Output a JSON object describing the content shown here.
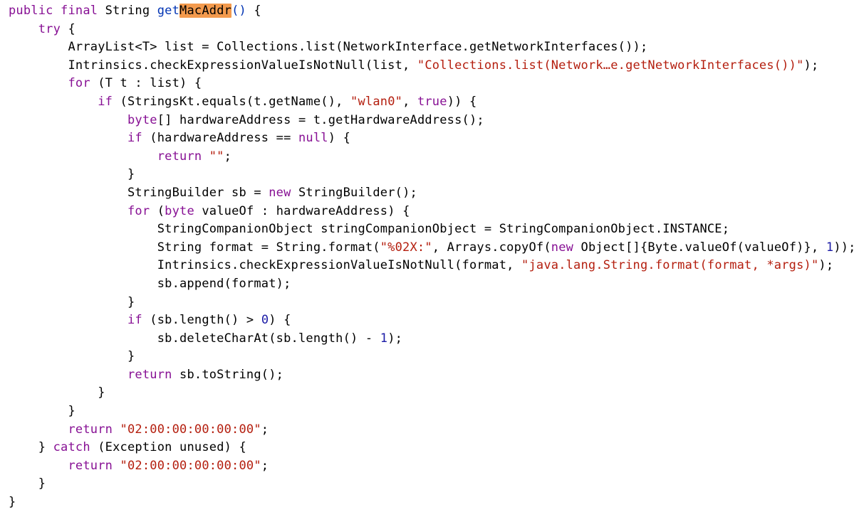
{
  "editor": {
    "language": "java",
    "colors": {
      "keyword": "#871094",
      "string": "#b41e0e",
      "number": "#1a1aa6",
      "method": "#0033b3",
      "highlight": "#f39a4d",
      "text": "#000000"
    },
    "lines": [
      [
        {
          "t": "public final",
          "c": "kw"
        },
        {
          "t": " String ",
          "c": "plain"
        },
        {
          "t": "get",
          "c": "fn"
        },
        {
          "t": "MacAddr",
          "c": "hl"
        },
        {
          "t": "()",
          "c": "fn"
        },
        {
          "t": " {",
          "c": "plain"
        }
      ],
      [
        {
          "t": "    ",
          "c": "plain"
        },
        {
          "t": "try",
          "c": "kw"
        },
        {
          "t": " {",
          "c": "plain"
        }
      ],
      [
        {
          "t": "        ArrayList<T> list = Collections.list(NetworkInterface.getNetworkInterfaces());",
          "c": "plain"
        }
      ],
      [
        {
          "t": "        Intrinsics.checkExpressionValueIsNotNull(list, ",
          "c": "plain"
        },
        {
          "t": "\"Collections.list(Network…e.getNetworkInterfaces())\"",
          "c": "str"
        },
        {
          "t": ");",
          "c": "plain"
        }
      ],
      [
        {
          "t": "        ",
          "c": "plain"
        },
        {
          "t": "for",
          "c": "kw"
        },
        {
          "t": " (T t : list) {",
          "c": "plain"
        }
      ],
      [
        {
          "t": "            ",
          "c": "plain"
        },
        {
          "t": "if",
          "c": "kw"
        },
        {
          "t": " (StringsKt.equals(t.getName(), ",
          "c": "plain"
        },
        {
          "t": "\"wlan0\"",
          "c": "str"
        },
        {
          "t": ", ",
          "c": "plain"
        },
        {
          "t": "true",
          "c": "kw"
        },
        {
          "t": ")) {",
          "c": "plain"
        }
      ],
      [
        {
          "t": "                ",
          "c": "plain"
        },
        {
          "t": "byte",
          "c": "kw"
        },
        {
          "t": "[] hardwareAddress = t.getHardwareAddress();",
          "c": "plain"
        }
      ],
      [
        {
          "t": "                ",
          "c": "plain"
        },
        {
          "t": "if",
          "c": "kw"
        },
        {
          "t": " (hardwareAddress == ",
          "c": "plain"
        },
        {
          "t": "null",
          "c": "kw"
        },
        {
          "t": ") {",
          "c": "plain"
        }
      ],
      [
        {
          "t": "                    ",
          "c": "plain"
        },
        {
          "t": "return",
          "c": "kw"
        },
        {
          "t": " ",
          "c": "plain"
        },
        {
          "t": "\"\"",
          "c": "str"
        },
        {
          "t": ";",
          "c": "plain"
        }
      ],
      [
        {
          "t": "                }",
          "c": "plain"
        }
      ],
      [
        {
          "t": "                StringBuilder sb = ",
          "c": "plain"
        },
        {
          "t": "new",
          "c": "kw"
        },
        {
          "t": " StringBuilder();",
          "c": "plain"
        }
      ],
      [
        {
          "t": "                ",
          "c": "plain"
        },
        {
          "t": "for",
          "c": "kw"
        },
        {
          "t": " (",
          "c": "plain"
        },
        {
          "t": "byte",
          "c": "kw"
        },
        {
          "t": " valueOf : hardwareAddress) {",
          "c": "plain"
        }
      ],
      [
        {
          "t": "                    StringCompanionObject stringCompanionObject = StringCompanionObject.INSTANCE;",
          "c": "plain"
        }
      ],
      [
        {
          "t": "                    String format = String.format(",
          "c": "plain"
        },
        {
          "t": "\"%02X:\"",
          "c": "str"
        },
        {
          "t": ", Arrays.copyOf(",
          "c": "plain"
        },
        {
          "t": "new",
          "c": "kw"
        },
        {
          "t": " Object[]{Byte.valueOf(valueOf)}, ",
          "c": "plain"
        },
        {
          "t": "1",
          "c": "num"
        },
        {
          "t": "));",
          "c": "plain"
        }
      ],
      [
        {
          "t": "                    Intrinsics.checkExpressionValueIsNotNull(format, ",
          "c": "plain"
        },
        {
          "t": "\"java.lang.String.format(format, *args)\"",
          "c": "str"
        },
        {
          "t": ");",
          "c": "plain"
        }
      ],
      [
        {
          "t": "                    sb.append(format);",
          "c": "plain"
        }
      ],
      [
        {
          "t": "                }",
          "c": "plain"
        }
      ],
      [
        {
          "t": "                ",
          "c": "plain"
        },
        {
          "t": "if",
          "c": "kw"
        },
        {
          "t": " (sb.length() > ",
          "c": "plain"
        },
        {
          "t": "0",
          "c": "num"
        },
        {
          "t": ") {",
          "c": "plain"
        }
      ],
      [
        {
          "t": "                    sb.deleteCharAt(sb.length() - ",
          "c": "plain"
        },
        {
          "t": "1",
          "c": "num"
        },
        {
          "t": ");",
          "c": "plain"
        }
      ],
      [
        {
          "t": "                }",
          "c": "plain"
        }
      ],
      [
        {
          "t": "                ",
          "c": "plain"
        },
        {
          "t": "return",
          "c": "kw"
        },
        {
          "t": " sb.toString();",
          "c": "plain"
        }
      ],
      [
        {
          "t": "            }",
          "c": "plain"
        }
      ],
      [
        {
          "t": "        }",
          "c": "plain"
        }
      ],
      [
        {
          "t": "        ",
          "c": "plain"
        },
        {
          "t": "return",
          "c": "kw"
        },
        {
          "t": " ",
          "c": "plain"
        },
        {
          "t": "\"02:00:00:00:00:00\"",
          "c": "str"
        },
        {
          "t": ";",
          "c": "plain"
        }
      ],
      [
        {
          "t": "    } ",
          "c": "plain"
        },
        {
          "t": "catch",
          "c": "kw"
        },
        {
          "t": " (Exception unused) {",
          "c": "plain"
        }
      ],
      [
        {
          "t": "        ",
          "c": "plain"
        },
        {
          "t": "return",
          "c": "kw"
        },
        {
          "t": " ",
          "c": "plain"
        },
        {
          "t": "\"02:00:00:00:00:00\"",
          "c": "str"
        },
        {
          "t": ";",
          "c": "plain"
        }
      ],
      [
        {
          "t": "    }",
          "c": "plain"
        }
      ],
      [
        {
          "t": "}",
          "c": "plain"
        }
      ]
    ]
  }
}
